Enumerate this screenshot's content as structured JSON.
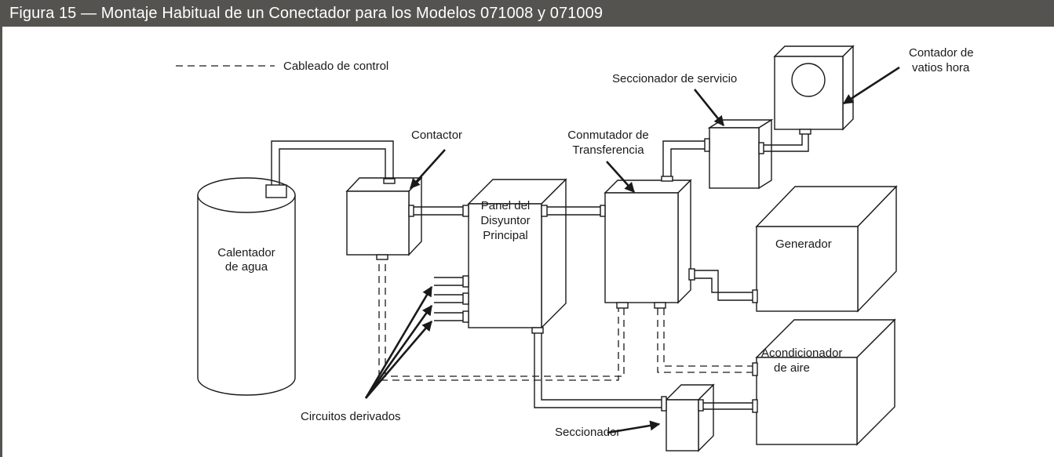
{
  "figure_title": "Figura 15 — Montaje Habitual de un Conectador para los Modelos 071008 y 071009",
  "legend": {
    "dashed_label": "Cableado de control"
  },
  "labels": {
    "water_heater": [
      "Calentador",
      "de agua"
    ],
    "contactor": "Contactor",
    "main_panel": [
      "Panel del",
      "Disyuntor",
      "Principal"
    ],
    "transfer_switch": [
      "Conmutador de",
      "Transferencia"
    ],
    "service_disconnect": "Seccionador de servicio",
    "watt_meter": [
      "Contador de",
      "vatios hora"
    ],
    "generator": "Generador",
    "air_conditioner": [
      "Acondicionador",
      "de aire"
    ],
    "disconnect": "Seccionador",
    "branch_circuits": "Circuitos derivados"
  },
  "colors": {
    "header_bg": "#55534f",
    "header_text": "#ffffff",
    "line": "#1a1a1a"
  }
}
